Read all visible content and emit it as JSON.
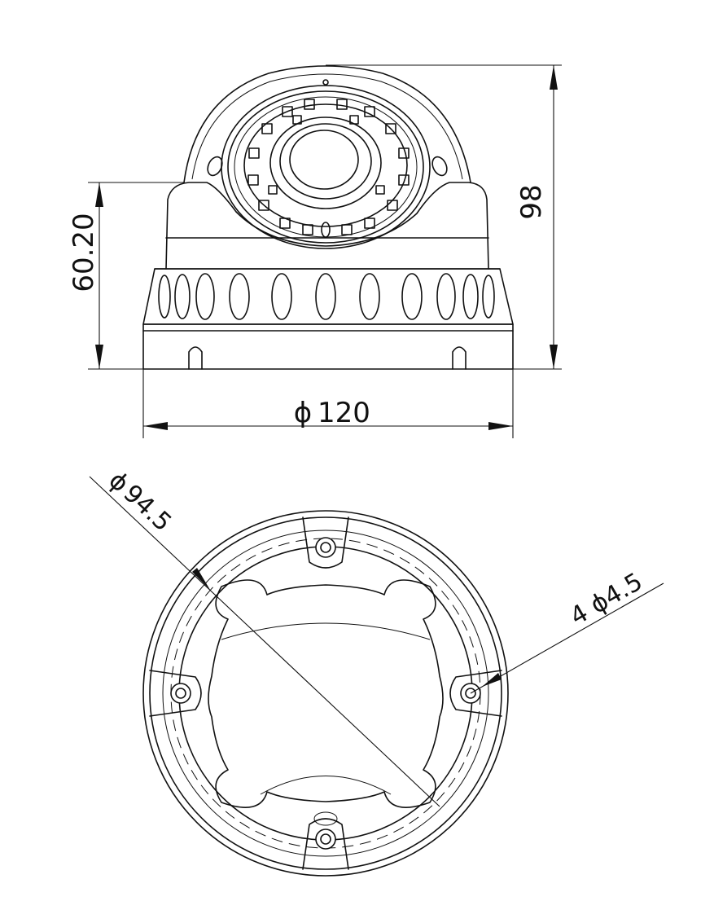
{
  "diagram": {
    "dimensions": {
      "height_total": "98",
      "height_base": "60.20",
      "diameter_outer": "120",
      "diameter_bolt_circle": "94.5",
      "hole_spec": "4 ϕ4.5"
    },
    "diameter_symbol": "ϕ"
  }
}
